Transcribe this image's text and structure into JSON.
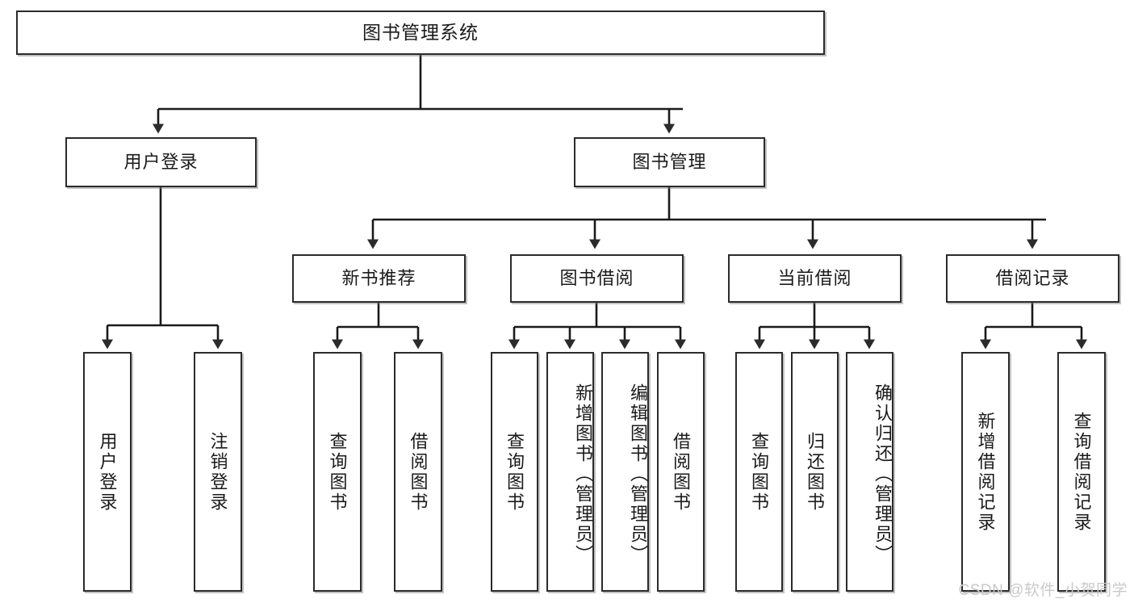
{
  "diagram": {
    "title": "图书管理系统",
    "type": "tree",
    "watermark": "CSDN @软件_小贺同学",
    "colors": {
      "box_border": "#2b2b2b",
      "box_fill": "#ffffff",
      "line": "#1a1a1a",
      "text": "#1a1a1a",
      "watermark": "#c9c9c9"
    },
    "nodes": {
      "root": {
        "label": "图书管理系统"
      },
      "level2": [
        {
          "id": "user-login",
          "label": "用户登录"
        },
        {
          "id": "book-manage",
          "label": "图书管理"
        }
      ],
      "level3": [
        {
          "id": "new-book-recommend",
          "label": "新书推荐"
        },
        {
          "id": "book-borrow",
          "label": "图书借阅"
        },
        {
          "id": "current-borrow",
          "label": "当前借阅"
        },
        {
          "id": "borrow-record",
          "label": "借阅记录"
        }
      ],
      "leaves": {
        "user-login": [
          {
            "id": "leaf-user-login",
            "label": "用户登录"
          },
          {
            "id": "leaf-logout-login",
            "label": "注销登录"
          }
        ],
        "new-book-recommend": [
          {
            "id": "leaf-query-book-1",
            "label": "查询图书"
          },
          {
            "id": "leaf-borrow-book-1",
            "label": "借阅图书"
          }
        ],
        "book-borrow": [
          {
            "id": "leaf-query-book-2",
            "label": "查询图书"
          },
          {
            "id": "leaf-add-book",
            "label": "新增图书（管理员）"
          },
          {
            "id": "leaf-edit-book",
            "label": "编辑图书（管理员）"
          },
          {
            "id": "leaf-borrow-book-2",
            "label": "借阅图书"
          }
        ],
        "current-borrow": [
          {
            "id": "leaf-query-book-3",
            "label": "查询图书"
          },
          {
            "id": "leaf-return-book",
            "label": "归还图书"
          },
          {
            "id": "leaf-confirm-return",
            "label": "确认归还（管理员）"
          }
        ],
        "borrow-record": [
          {
            "id": "leaf-add-record",
            "label": "新增借阅记录"
          },
          {
            "id": "leaf-query-record",
            "label": "查询借阅记录"
          }
        ]
      }
    }
  }
}
